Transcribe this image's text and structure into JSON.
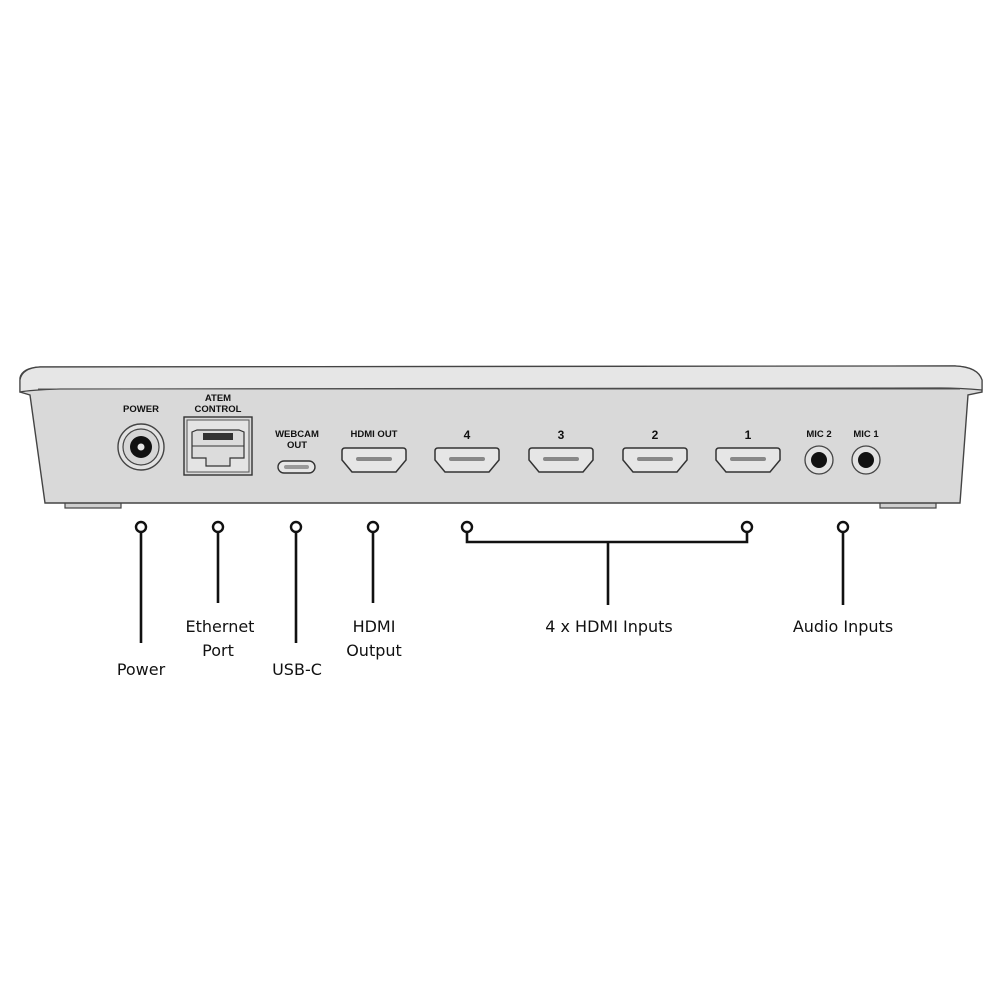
{
  "device": {
    "ports": {
      "power": "POWER",
      "atem_control": [
        "ATEM",
        "CONTROL"
      ],
      "webcam_out": [
        "WEBCAM",
        "OUT"
      ],
      "hdmi_out": "HDMI OUT",
      "hdmi_inputs": [
        "4",
        "3",
        "2",
        "1"
      ],
      "mic2": "MIC 2",
      "mic1": "MIC 1"
    }
  },
  "callouts": {
    "power": "Power",
    "ethernet": [
      "Ethernet",
      "Port"
    ],
    "usbc": "USB-C",
    "hdmi_output": [
      "HDMI",
      "Output"
    ],
    "hdmi_inputs": "4 x HDMI Inputs",
    "audio_inputs": "Audio Inputs"
  },
  "colors": {
    "body": "#d9d9d9",
    "top": "#e4e4e4",
    "ink": "#111111"
  }
}
